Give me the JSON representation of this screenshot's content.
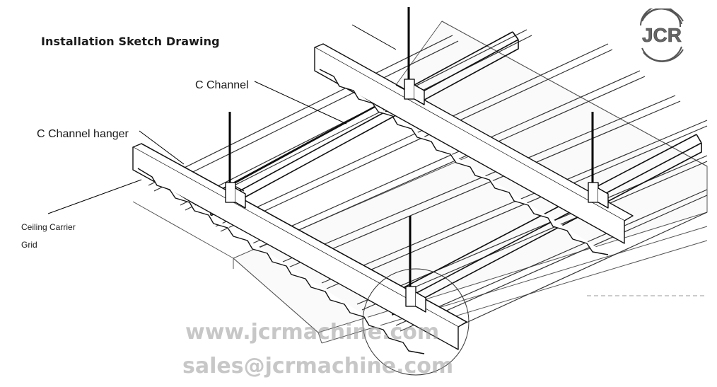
{
  "title": "Installation Sketch Drawing",
  "labels": {
    "c_channel": "C Channel",
    "c_channel_hanger": "C Channel hanger",
    "ceiling_carrier_line1": "Ceiling Carrier",
    "ceiling_carrier_line2": "Grid"
  },
  "logo": {
    "text": "JCR"
  },
  "watermark": {
    "website": "www.jcrmachine.com",
    "email": "sales@jcrmachine.com"
  }
}
